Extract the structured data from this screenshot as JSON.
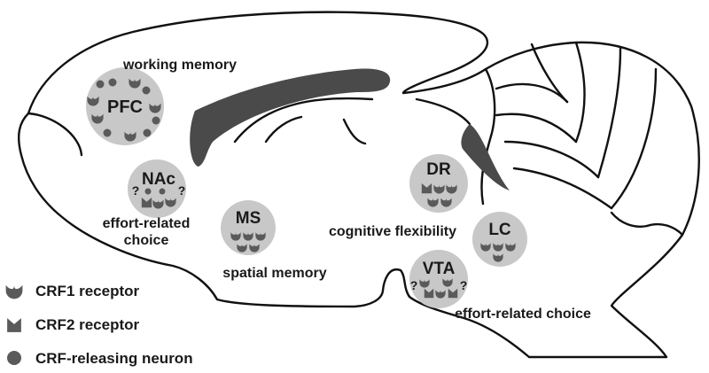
{
  "regions": {
    "pfc": {
      "name": "PFC",
      "function": "working memory"
    },
    "nac": {
      "name": "NAc",
      "function_line1": "effort-related",
      "function_line2": "choice",
      "unknown_left": "?",
      "unknown_right": "?"
    },
    "ms": {
      "name": "MS",
      "function": "spatial memory"
    },
    "dr": {
      "name": "DR",
      "shared_function": "cognitive flexibility"
    },
    "lc": {
      "name": "LC"
    },
    "vta": {
      "name": "VTA",
      "function": "effort-related choice",
      "unknown_left": "?",
      "unknown_right": "?"
    }
  },
  "legend": {
    "crf1": "CRF1 receptor",
    "crf2": "CRF2 receptor",
    "neuron": "CRF-releasing neuron"
  },
  "colors": {
    "region_fill": "#c8c8c8",
    "marker_fill": "#5a5a5a",
    "ventricle": "#4a4a4a",
    "outline": "#111111"
  }
}
